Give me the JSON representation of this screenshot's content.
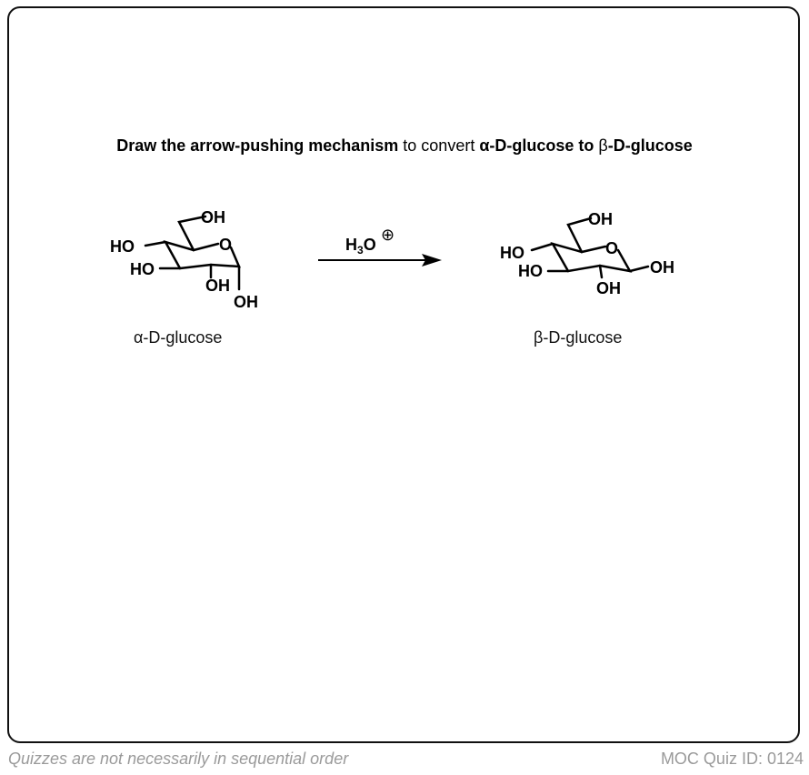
{
  "question": {
    "part1_bold": "Draw the arrow-pushing mechanism",
    "part2": " to convert ",
    "part3_bold": "α-D-glucose to ",
    "part4": "β",
    "part5_bold": "-D-glucose"
  },
  "reactant": {
    "name": "α-D-glucose",
    "atoms": [
      "OH",
      "HO",
      "HO",
      "O",
      "OH",
      "OH"
    ]
  },
  "reagent": {
    "h": "H",
    "sub": "3",
    "o": "O",
    "charge": "⊕"
  },
  "product": {
    "name": "β-D-glucose",
    "atoms": [
      "OH",
      "HO",
      "HO",
      "O",
      "OH",
      "OH"
    ]
  },
  "footer": {
    "left": "Quizzes are not necessarily in sequential order",
    "right": "MOC Quiz ID: 0124"
  }
}
